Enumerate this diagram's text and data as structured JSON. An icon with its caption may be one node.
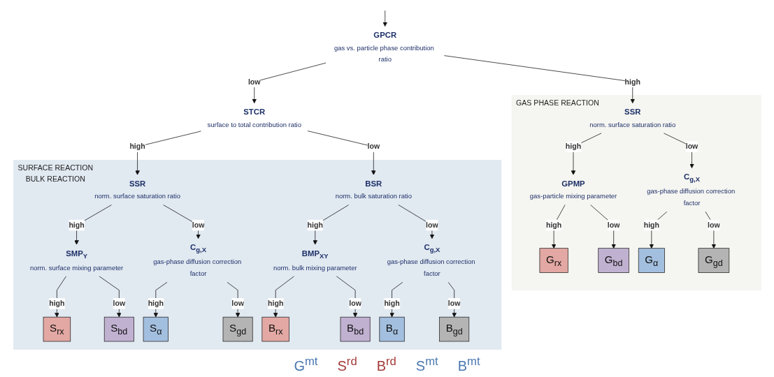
{
  "diagram": {
    "nodes": [
      {
        "text": [
          "GPCR",
          "gas vs. particle phase contribution ratio"
        ]
      },
      {
        "text": [
          "STCR",
          "surface to total contribution ratio"
        ]
      },
      {
        "text": [
          "GAS PHASE REACTION"
        ]
      },
      {
        "text": [
          "SURFACE REACTION",
          "BULK REACTION"
        ]
      },
      {
        "text": [
          "GPMP",
          "gas-particle mixing parameter"
        ],
        "in": 2
      },
      {
        "text": [
          "G$_{rx}$"
        ],
        "in": 2
      },
      {
        "text": [
          "G$_{bd}$"
        ],
        "in": 2
      },
      {
        "text": [
          "SSR",
          "norm. surface saturation ratio"
        ],
        "in": 2
      },
      {
        "text": [
          "C$_{g,X}$",
          "gas-phase diffusion correction factor"
        ],
        "in": 2
      },
      {
        "text": [
          "G$_{α}$"
        ],
        "in": 2
      },
      {
        "text": [
          "G$_{gd}$"
        ],
        "in": 2
      },
      {
        "text": [
          "SMP$_{Y}$",
          "norm. surface mixing parameter"
        ],
        "in": 3
      },
      {
        "text": [
          "S$_{rx}$"
        ],
        "in": 3
      },
      {
        "text": [
          "S$_{bd}$"
        ],
        "in": 3
      },
      {
        "text": [
          "SSR",
          "norm. surface saturation ratio"
        ],
        "in": 3
      },
      {
        "text": [
          "C$_{g,X}$",
          "gas-phase diffusion correction factor"
        ],
        "in": 3
      },
      {
        "text": [
          "S$_{α}$"
        ],
        "in": 3
      },
      {
        "text": [
          "S$_{gd}$"
        ],
        "in": 3
      },
      {
        "text": [
          "BMP$_{XY}$",
          "norm. bulk mixing parameter"
        ],
        "in": 3
      },
      {
        "text": [
          "B$_{rx}$"
        ],
        "in": 3
      },
      {
        "text": [
          "B$_{bd}$"
        ],
        "in": 3
      },
      {
        "text": [
          "BSR",
          "norm. bulk saturation ratio"
        ],
        "in": 3
      },
      {
        "text": [
          "C$_{g,X}$",
          "gas-phase diffusion correction factor"
        ],
        "in": 3
      },
      {
        "text": [
          "B$_{α}$"
        ],
        "in": 3
      },
      {
        "text": [
          "B$_{gd}$"
        ],
        "in": 3
      }
    ],
    "edges": [
      {
        "from": null,
        "to": 0,
        "arrow": "to"
      },
      {
        "from": 0,
        "to": 1,
        "arrow": "to",
        "label": "low"
      },
      {
        "from": 0,
        "to": 7,
        "arrow": "to",
        "label": "high"
      },
      {
        "from": 1,
        "to": 14,
        "arrow": "to",
        "label": "high"
      },
      {
        "from": 1,
        "to": 21,
        "arrow": "to",
        "label": "low"
      },
      {
        "from": 7,
        "to": 4,
        "arrow": "to",
        "label": "high"
      },
      {
        "from": 7,
        "to": 8,
        "arrow": "to",
        "label": "low"
      },
      {
        "from": 4,
        "to": 5,
        "arrow": "to",
        "label": "high"
      },
      {
        "from": 4,
        "to": 6,
        "arrow": "to",
        "label": "low"
      },
      {
        "from": 8,
        "to": 9,
        "arrow": "to",
        "label": "high"
      },
      {
        "from": 8,
        "to": 10,
        "arrow": "to",
        "label": "low"
      },
      {
        "from": 14,
        "to": 11,
        "arrow": "to",
        "label": "high"
      },
      {
        "from": 14,
        "to": 15,
        "arrow": "to",
        "label": "low"
      },
      {
        "from": 11,
        "to": 12,
        "arrow": "to",
        "label": "high"
      },
      {
        "from": 11,
        "to": 13,
        "arrow": "to",
        "label": "low"
      },
      {
        "from": 15,
        "to": 16,
        "arrow": "to",
        "label": "high"
      },
      {
        "from": 15,
        "to": 17,
        "arrow": "to",
        "label": "low"
      },
      {
        "from": 21,
        "to": 18,
        "arrow": "to",
        "label": "high"
      },
      {
        "from": 21,
        "to": 22,
        "arrow": "to",
        "label": "low"
      },
      {
        "from": 18,
        "to": 19,
        "arrow": "to",
        "label": "high"
      },
      {
        "from": 18,
        "to": 20,
        "arrow": "to",
        "label": "low"
      },
      {
        "from": 22,
        "to": 23,
        "arrow": "to",
        "label": "high"
      },
      {
        "from": 22,
        "to": 24,
        "arrow": "to",
        "label": "low"
      }
    ],
    "labels": [
      "G$^{mt}$",
      "S$^{rd}$",
      "B$^{rd}$",
      "S$^{mt}$",
      "B$^{mt}$"
    ]
  }
}
